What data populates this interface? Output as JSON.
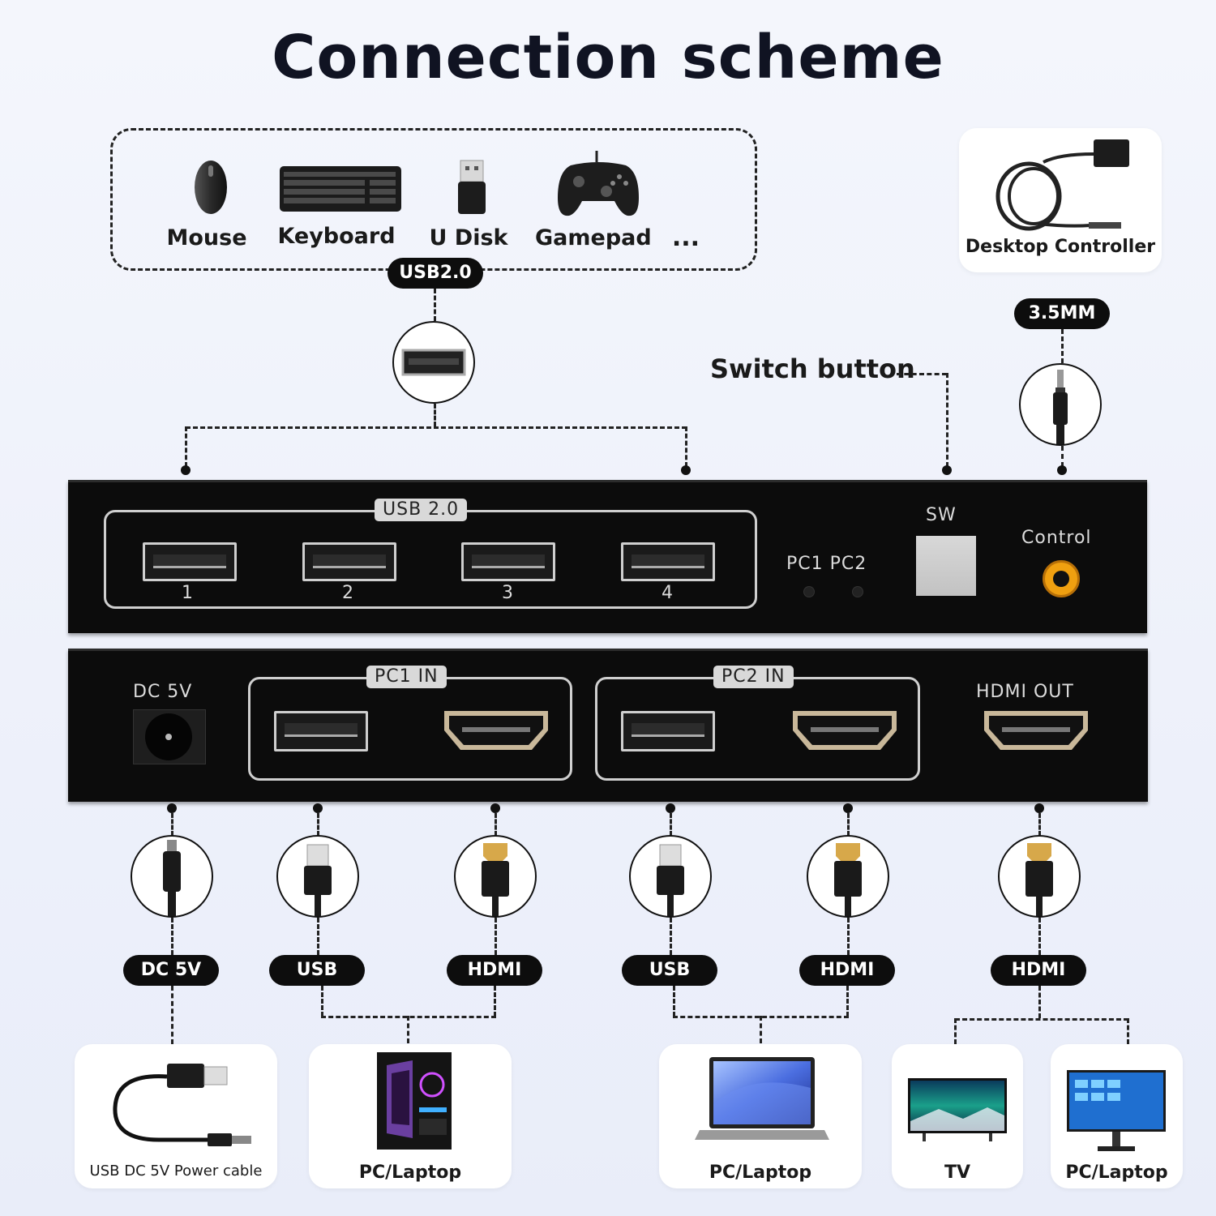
{
  "title": "Connection scheme",
  "peripherals": {
    "items": [
      {
        "label": "Mouse"
      },
      {
        "label": "Keyboard"
      },
      {
        "label": "U Disk"
      },
      {
        "label": "Gamepad"
      }
    ],
    "more": "...",
    "interface": "USB2.0"
  },
  "desktop_controller": {
    "label": "Desktop Controller",
    "interface": "3.5MM"
  },
  "switch_button_label": "Switch button",
  "front_panel": {
    "usb_group_label": "USB 2.0",
    "ports": [
      "1",
      "2",
      "3",
      "4"
    ],
    "pc_leds": "PC1 PC2",
    "sw_label": "SW",
    "control_label": "Control"
  },
  "rear_panel": {
    "dc_label": "DC 5V",
    "pc1_label": "PC1 IN",
    "pc2_label": "PC2 IN",
    "hdmi_out_label": "HDMI OUT"
  },
  "cables": [
    "DC 5V",
    "USB",
    "HDMI",
    "USB",
    "HDMI",
    "HDMI"
  ],
  "targets": [
    {
      "label": "USB DC 5V  Power cable"
    },
    {
      "label": "PC/Laptop"
    },
    {
      "label": "PC/Laptop"
    },
    {
      "label": "TV"
    },
    {
      "label": "PC/Laptop"
    }
  ],
  "colors": {
    "panel": "#0c0c0c",
    "accent_orange": "#f0a010",
    "pill": "#0d0d0d",
    "hdmi_gold": "#c9b89a"
  }
}
